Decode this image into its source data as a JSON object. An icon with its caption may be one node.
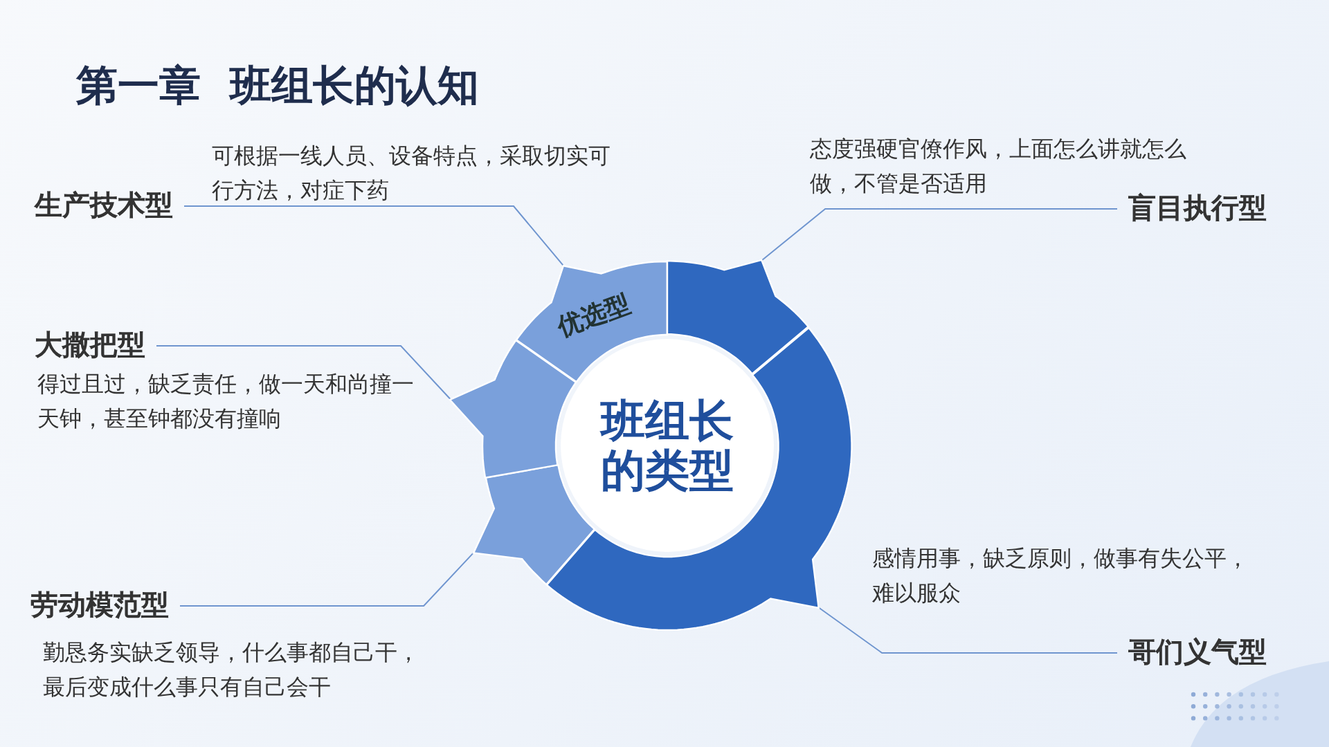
{
  "diagram": {
    "title": "第一章  班组长的认知",
    "nodes": [
      {
        "text": [
          "班组长的类型"
        ]
      },
      {
        "text": [
          "优选型"
        ]
      },
      {
        "text": [],
        "shape": "arc"
      },
      {
        "text": [],
        "shape": "arc"
      },
      {
        "text": [],
        "shape": "arc"
      },
      {
        "text": [],
        "shape": "arc"
      },
      {
        "text": [
          "生产技术型"
        ],
        "beside": [
          "可根据一线人员、设备特点，采取切实可行方法，对症下药"
        ]
      },
      {
        "text": [
          "盲目执行型"
        ],
        "beside": [
          "态度强硬官僚作风，上面怎么讲就怎么做，不管是否适用"
        ]
      },
      {
        "text": [
          "大撒把型"
        ],
        "beside": [
          "得过且过，缺乏责任，做一天和尚撞一天钟，甚至钟都没有撞响"
        ]
      },
      {
        "text": [
          "劳动模范型"
        ],
        "beside": [
          "勤恳务实缺乏领导，什么事都自己干，最后变成什么事只有自己会干"
        ]
      },
      {
        "text": [
          "哥们义气型"
        ]
      }
    ],
    "labels": [
      "感情用事，缺乏原则，做事有失公平，难以服众"
    ],
    "edges": [
      {
        "from": 6,
        "to": 1,
        "arrow": "none"
      },
      {
        "from": 7,
        "to": 2,
        "arrow": "none"
      },
      {
        "from": 8,
        "to": 5,
        "arrow": "none"
      },
      {
        "from": 9,
        "to": 4,
        "arrow": "none"
      },
      {
        "from": 10,
        "to": 3,
        "arrow": "none"
      }
    ]
  }
}
